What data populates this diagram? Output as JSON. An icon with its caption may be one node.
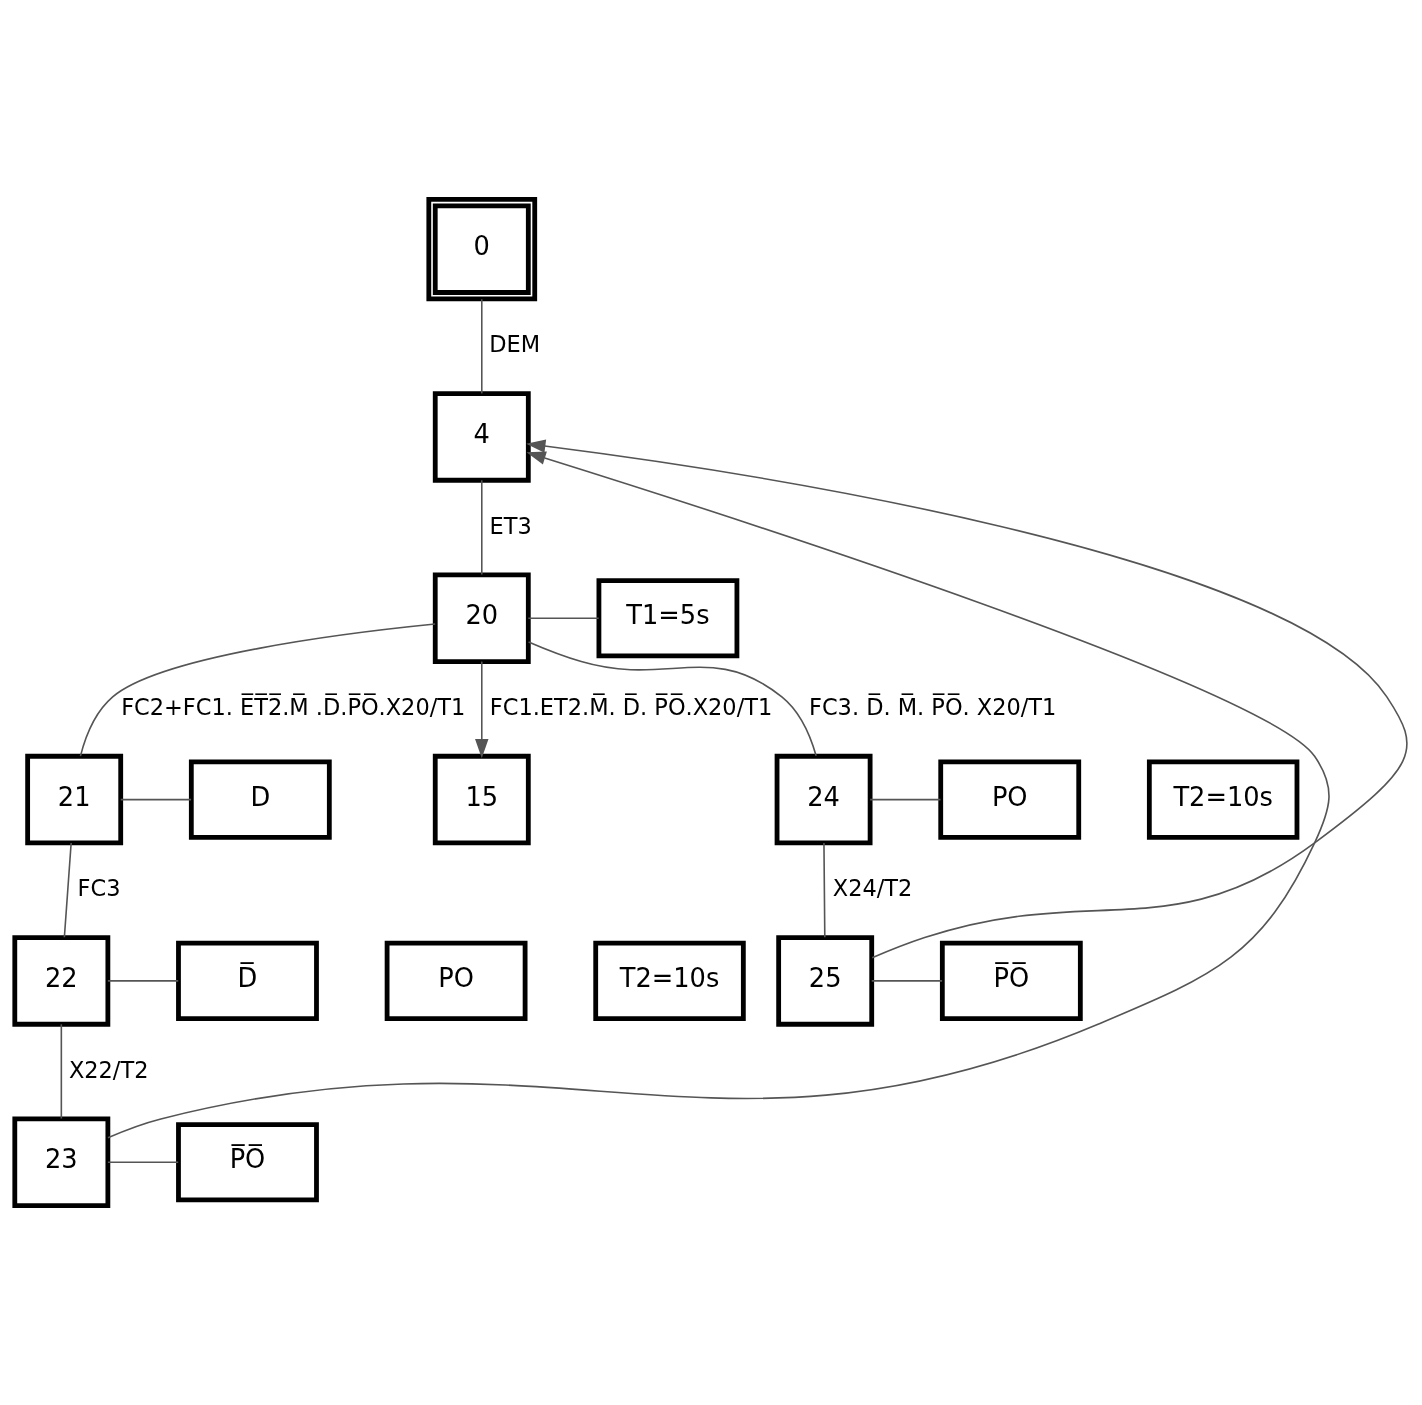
{
  "diagram": {
    "nodes": [
      {
        "text": [
          "0"
        ]
      },
      {
        "text": [
          "4"
        ]
      },
      {
        "text": [
          "20"
        ]
      },
      {
        "text": [
          "T1=5s"
        ]
      },
      {
        "text": [
          "21"
        ]
      },
      {
        "text": [
          "D"
        ]
      },
      {
        "text": [
          "15"
        ]
      },
      {
        "text": [
          "24"
        ]
      },
      {
        "text": [
          "PO"
        ]
      },
      {
        "text": [
          "T2=10s"
        ]
      },
      {
        "text": [
          "22"
        ]
      },
      {
        "text": [
          "D̅"
        ]
      },
      {
        "text": [
          "PO"
        ]
      },
      {
        "text": [
          "T2=10s"
        ]
      },
      {
        "text": [
          "23"
        ]
      },
      {
        "text": [
          "P̅O̅"
        ]
      },
      {
        "text": [
          "25"
        ]
      },
      {
        "text": [
          "P̅O̅"
        ]
      }
    ],
    "edges": [
      {
        "from": 0,
        "to": 1,
        "arrow": "none",
        "label": "DEM"
      },
      {
        "from": 1,
        "to": 2,
        "arrow": "none",
        "label": "ET3"
      },
      {
        "from": 2,
        "to": 3,
        "arrow": "none"
      },
      {
        "from": 2,
        "to": 4,
        "arrow": "none",
        "label": "FC2+FC1. E̅T̅2̅.M̅ .D̅.P̅O̅.X20/T1"
      },
      {
        "from": 2,
        "to": 6,
        "arrow": "to",
        "label": "FC1.ET2.M̅. D̅. P̅O̅.X20/T1"
      },
      {
        "from": 2,
        "to": 7,
        "arrow": "none",
        "label": "FC3. D̅. M̅. P̅O̅. X20/T1"
      },
      {
        "from": 4,
        "to": 5,
        "arrow": "none"
      },
      {
        "from": 7,
        "to": 8,
        "arrow": "none"
      },
      {
        "from": 4,
        "to": 10,
        "arrow": "none",
        "label": "FC3"
      },
      {
        "from": 7,
        "to": 16,
        "arrow": "none",
        "label": "X24/T2"
      },
      {
        "from": 16,
        "to": 17,
        "arrow": "none"
      },
      {
        "from": 10,
        "to": 11,
        "arrow": "none"
      },
      {
        "from": 10,
        "to": 14,
        "arrow": "none",
        "label": "X22/T2"
      },
      {
        "from": 14,
        "to": 15,
        "arrow": "none"
      },
      {
        "from": 14,
        "to": 1,
        "arrow": "to"
      },
      {
        "from": 16,
        "to": 1,
        "arrow": "to"
      }
    ]
  }
}
